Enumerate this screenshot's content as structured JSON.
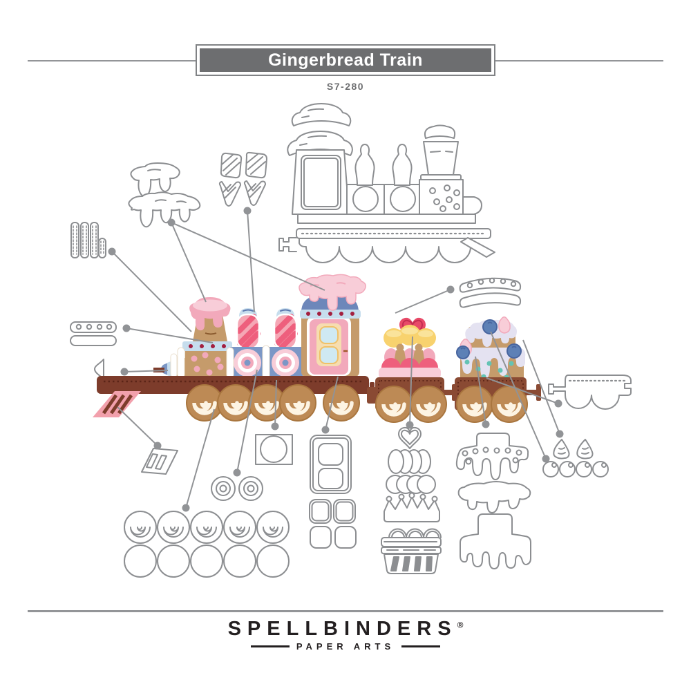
{
  "header": {
    "title": "Gingerbread Train",
    "product_code": "S7-280"
  },
  "footer": {
    "brand": "SPELLBINDERS",
    "registered_mark": "®",
    "tagline": "PAPER ARTS"
  },
  "colors": {
    "accent_gray": "#6d6e70",
    "rule_gray": "#939598",
    "die_outline_gray": "#8c8e91",
    "leader_line_gray": "#919396",
    "gingerbread_tan": "#c59b6b",
    "engine_base_brown": "#7d3c2b",
    "wagon_brown": "#8a4a33",
    "cinnamon_roll": "#bd8a55",
    "icing_pink_light": "#f8cdd8",
    "icing_pink_mid": "#f2a9bb",
    "candy_pink_dark": "#ee5f7d",
    "crimson_dot": "#a31f3f",
    "frost_blue": "#c6dded",
    "box_blue": "#7b97c6",
    "roof_blue": "#6d87ba",
    "macaron_yellow": "#f8d26e",
    "lavender_icing": "#e4e2f1",
    "teal_dot": "#64c3b4",
    "blueberry_blue": "#5d80b6",
    "heart_red": "#e84a68"
  },
  "die_pieces": [
    "engine-outline-die",
    "icing-drip-small-die",
    "icing-drip-large-die",
    "candy-stripe-dies",
    "sprinkle-stick-dies",
    "trim-strip-with-holes-die",
    "trim-strip-die",
    "nose-cone-die",
    "banner-with-holes-die",
    "banner-die",
    "tender-car-die",
    "cowcatcher-die",
    "square-window-die",
    "peppermint-circle-dies",
    "cinnamon-roll-wheel-dies",
    "wheel-circle-dies",
    "cab-door-die",
    "window-pane-dies",
    "heart-die",
    "macaron-dies",
    "cookie-circle-dies",
    "crown-cookie-die",
    "muffin-tray-die",
    "basket-die",
    "cake-icing-die",
    "icing-drip-die",
    "tiered-cake-die",
    "meringue-dies",
    "berry-dies"
  ]
}
